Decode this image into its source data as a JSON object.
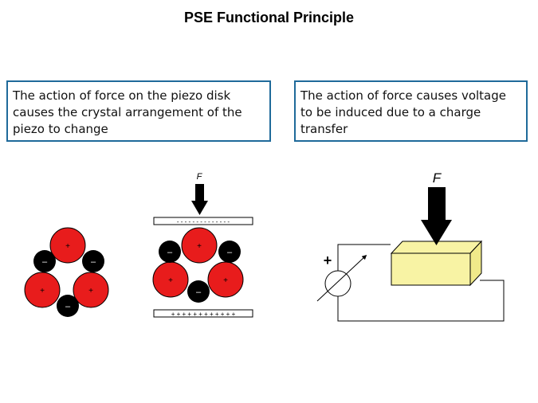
{
  "slide": {
    "title": "PSE Functional Principle"
  },
  "left_panel": {
    "caption": "The action of force on the piezo disk causes the crystal arrangement of the piezo to change",
    "force_label": "F",
    "top_plate_charges": "- - - - - - - - - - - - - -",
    "bottom_plate_charges": "+ + + + + + + + + + + +",
    "positive_sign": "+",
    "negative_sign": "–"
  },
  "right_panel": {
    "caption": "The action of force causes voltage to be induced due to a charge transfer",
    "force_label": "F",
    "meter_polarity": "+"
  },
  "colors": {
    "box_border": "#1f6a9a",
    "positive_ion": "#e81c1c",
    "negative_ion": "#000000",
    "crystal_block": "#f8f3a4"
  }
}
